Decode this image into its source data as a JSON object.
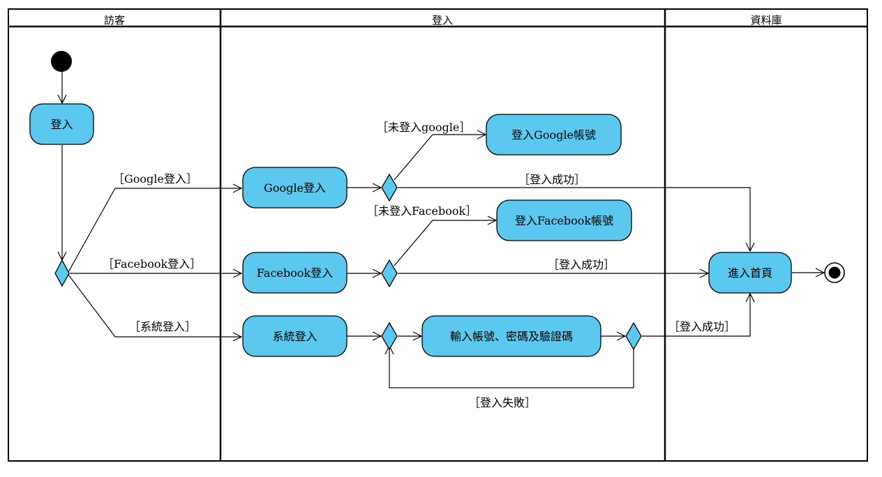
{
  "lanes": {
    "visitor": "訪客",
    "login": "登入",
    "database": "資料庫"
  },
  "nodes": {
    "login": "登入",
    "google_login": "Google登入",
    "facebook_login": "Facebook登入",
    "system_login": "系統登入",
    "login_google_account": "登入Google帳號",
    "login_facebook_account": "登入Facebook帳號",
    "enter_credentials": "輸入帳號、密碼及驗證碼",
    "enter_homepage": "進入首頁"
  },
  "guards": {
    "google": "［Google登入］",
    "facebook": "［Facebook登入］",
    "system": "［系統登入］",
    "not_logged_google": "［未登入google］",
    "not_logged_facebook": "［未登入Facebook］",
    "success_google": "［登入成功］",
    "success_facebook": "［登入成功］",
    "success_system": "［登入成功］",
    "failure": "［登入失敗］"
  },
  "colors": {
    "node_fill": "#5bc8f0",
    "stroke": "#000000"
  }
}
